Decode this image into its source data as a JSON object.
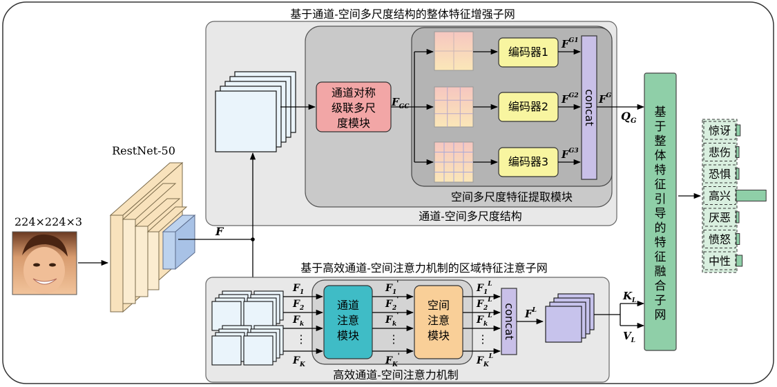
{
  "input": {
    "size_label": "224×224×3"
  },
  "backbone": {
    "label": "RestNet-50"
  },
  "feature": {
    "main": "F"
  },
  "global_branch": {
    "title": "基于通道-空间多尺度结构的整体特征增强子网",
    "structure_label": "通道-空间多尺度结构",
    "extraction_label": "空间多尺度特征提取模块",
    "cascade_module": [
      "通道对称",
      "级联多尺",
      "度模块"
    ],
    "fgc": {
      "base": "F",
      "sub": "GC"
    },
    "encoders": [
      "编码器1",
      "编码器2",
      "编码器3"
    ],
    "encoder_outputs": [
      {
        "base": "F",
        "sup": "G1"
      },
      {
        "base": "F",
        "sup": "G2"
      },
      {
        "base": "F",
        "sup": "G3"
      }
    ],
    "concat": "concat",
    "fg": {
      "base": "F",
      "sup": "G"
    },
    "qg": {
      "base": "Q",
      "sub": "G"
    }
  },
  "local_branch": {
    "title": "基于高效通道-空间注意力机制的区域特征注意子网",
    "attention_label": "高效通道-空间注意力机制",
    "channel_attention": [
      "通道",
      "注意",
      "模块"
    ],
    "spatial_attention": [
      "空间",
      "注意",
      "模块"
    ],
    "inputs": [
      {
        "base": "F",
        "sub": "1"
      },
      {
        "base": "F",
        "sub": "2"
      },
      {
        "base": "F",
        "sub": "k"
      },
      {
        "base": "F",
        "sub": "K"
      }
    ],
    "mid": [
      {
        "base": "F",
        "sub": "1",
        "sup": "'"
      },
      {
        "base": "F",
        "sub": "2",
        "sup": "'"
      },
      {
        "base": "F",
        "sub": "k",
        "sup": "'"
      },
      {
        "base": "F",
        "sub": "K",
        "sup": "'"
      }
    ],
    "outs": [
      {
        "base": "F",
        "sub": "1",
        "sup": "L"
      },
      {
        "base": "F",
        "sub": "2",
        "sup": "L"
      },
      {
        "base": "F",
        "sub": "k",
        "sup": "L"
      },
      {
        "base": "F",
        "sub": "K",
        "sup": "L"
      }
    ],
    "ellipsis": "⋮",
    "concat": "concat",
    "fl": {
      "base": "F",
      "sup": "L"
    },
    "kl": {
      "base": "K",
      "sub": "L"
    },
    "vl": {
      "base": "V",
      "sub": "L"
    }
  },
  "fusion": {
    "label": "基于整体特征引导的特征融合子网"
  },
  "emotions": {
    "labels": [
      "惊讶",
      "悲伤",
      "恐惧",
      "高兴",
      "厌恶",
      "愤怒",
      "中性"
    ],
    "bar_values": [
      0.12,
      0.08,
      0.05,
      0.9,
      0.06,
      0.1,
      0.18
    ]
  },
  "colors": {
    "panel": "#e8e8e8",
    "inner_panel": "#c9c9c9",
    "cascade_module": "#f2a6a6",
    "encoder": "#f8f5a0",
    "concat": "#c9c0e8",
    "channel_attention": "#3fbcc6",
    "spatial_attention": "#f9cf98",
    "fusion": "#8fcfa8",
    "emotion_box": "#d9efdf",
    "backbone": "#f8e2bc",
    "feature_cube": "#eaf4fb",
    "output_cube": "#c7c3ec"
  }
}
